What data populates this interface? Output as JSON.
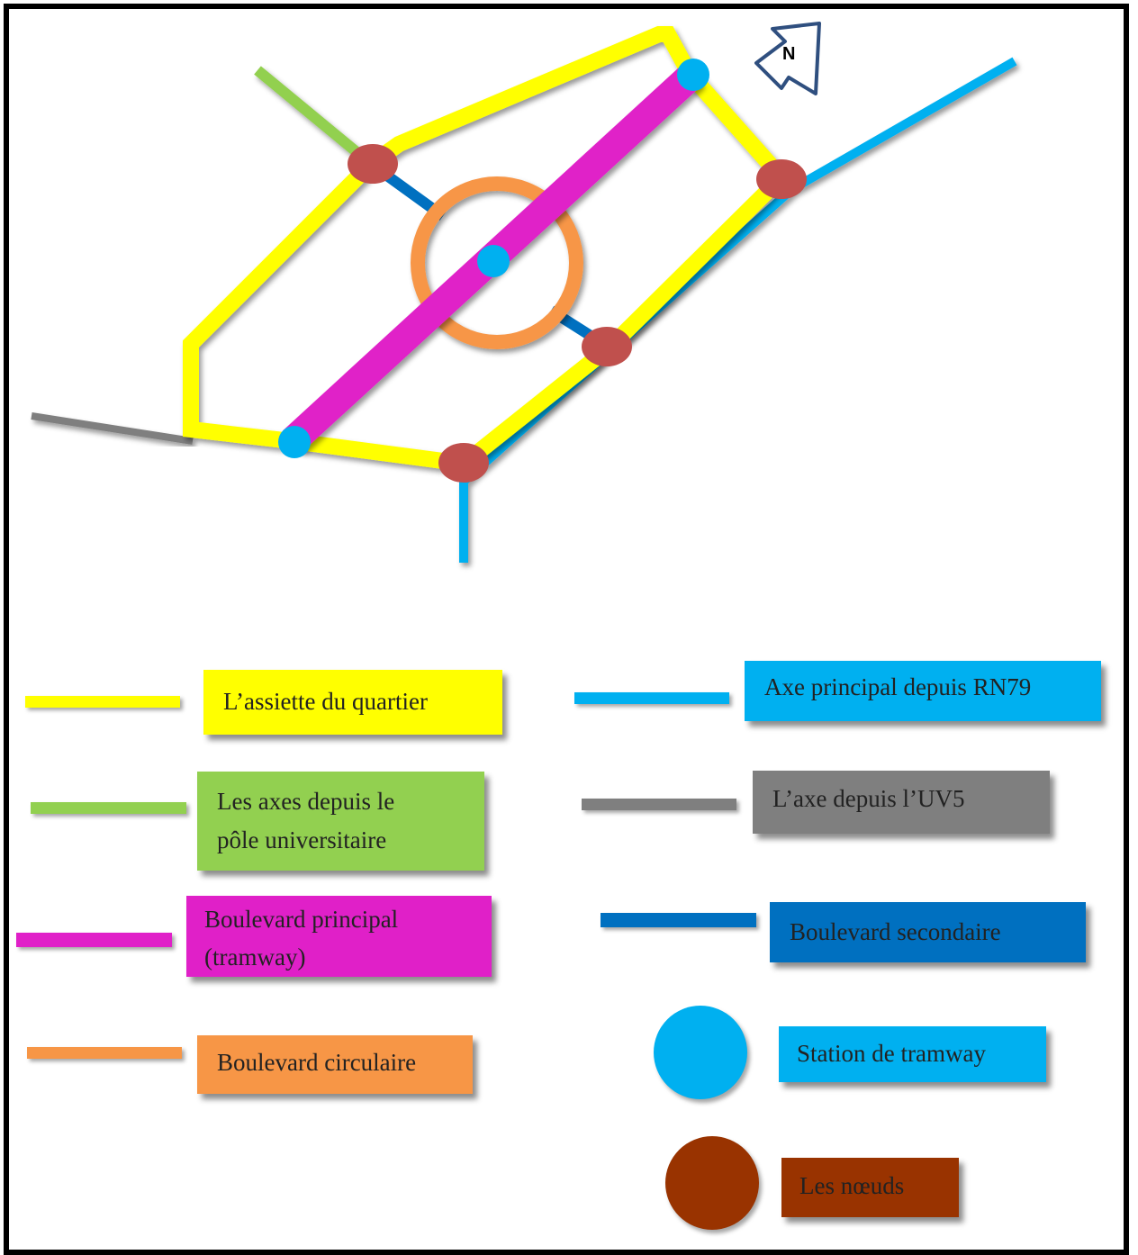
{
  "compass": {
    "label": "N"
  },
  "colors": {
    "assiette": "#ffff00",
    "pole": "#92d050",
    "tramway": "#e020c8",
    "circulaire": "#f79646",
    "rn79": "#00b0f0",
    "uv5": "#7f7f7f",
    "secondaire": "#0070c0",
    "station": "#00b0f0",
    "noeud": "#c0504d",
    "noeud_legend": "#993300"
  },
  "legend": {
    "assiette": "L’assiette du quartier",
    "pole_line1": "Les axes depuis le",
    "pole_line2": "pôle universitaire",
    "tramway_line1": "Boulevard principal",
    "tramway_line2": "(tramway)",
    "circulaire": "Boulevard circulaire",
    "rn79": "Axe principal depuis RN79",
    "uv5": "L’axe depuis l’UV5",
    "secondaire": "Boulevard secondaire",
    "station": "Station de tramway",
    "noeuds": "Les nœuds"
  }
}
